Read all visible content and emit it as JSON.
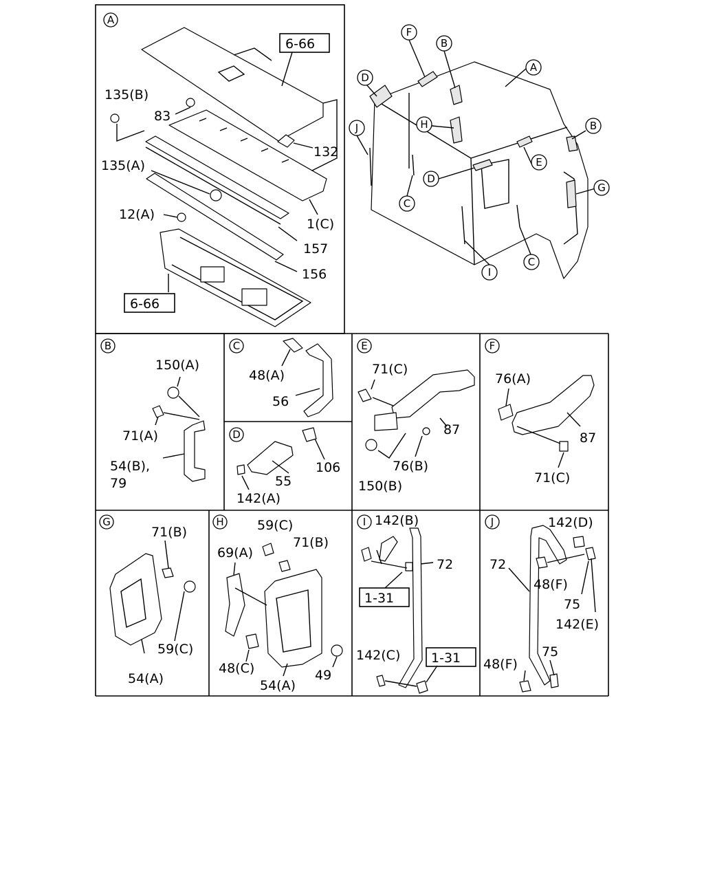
{
  "panels": {
    "A": {
      "letter": "A",
      "refs": [
        "6-66",
        "6-66"
      ],
      "labels": [
        "135(B)",
        "83",
        "132",
        "135(A)",
        "1(C)",
        "12(A)",
        "157",
        "156"
      ]
    },
    "overview": {
      "callouts": [
        "F",
        "B",
        "A",
        "D",
        "H",
        "J",
        "B",
        "E",
        "G",
        "D",
        "C",
        "I",
        "C"
      ]
    },
    "B": {
      "letter": "B",
      "labels": [
        "150(A)",
        "71(A)",
        "54(B),",
        "79"
      ]
    },
    "C": {
      "letter": "C",
      "labels": [
        "48(A)",
        "56"
      ]
    },
    "D": {
      "letter": "D",
      "labels": [
        "106",
        "55",
        "142(A)"
      ]
    },
    "E": {
      "letter": "E",
      "labels": [
        "71(C)",
        "87",
        "150(B)",
        "76(B)"
      ]
    },
    "F": {
      "letter": "F",
      "labels": [
        "76(A)",
        "87",
        "71(C)"
      ]
    },
    "G": {
      "letter": "G",
      "labels": [
        "71(B)",
        "59(C)",
        "54(A)"
      ]
    },
    "H": {
      "letter": "H",
      "labels": [
        "59(C)",
        "69(A)",
        "71(B)",
        "48(C)",
        "54(A)",
        "49"
      ]
    },
    "I": {
      "letter": "I",
      "refs": [
        "1-31",
        "1-31"
      ],
      "labels": [
        "142(B)",
        "72",
        "142(C)"
      ]
    },
    "J": {
      "letter": "J",
      "labels": [
        "142(D)",
        "72",
        "48(F)",
        "75",
        "142(E)",
        "75",
        "48(F)"
      ]
    }
  }
}
